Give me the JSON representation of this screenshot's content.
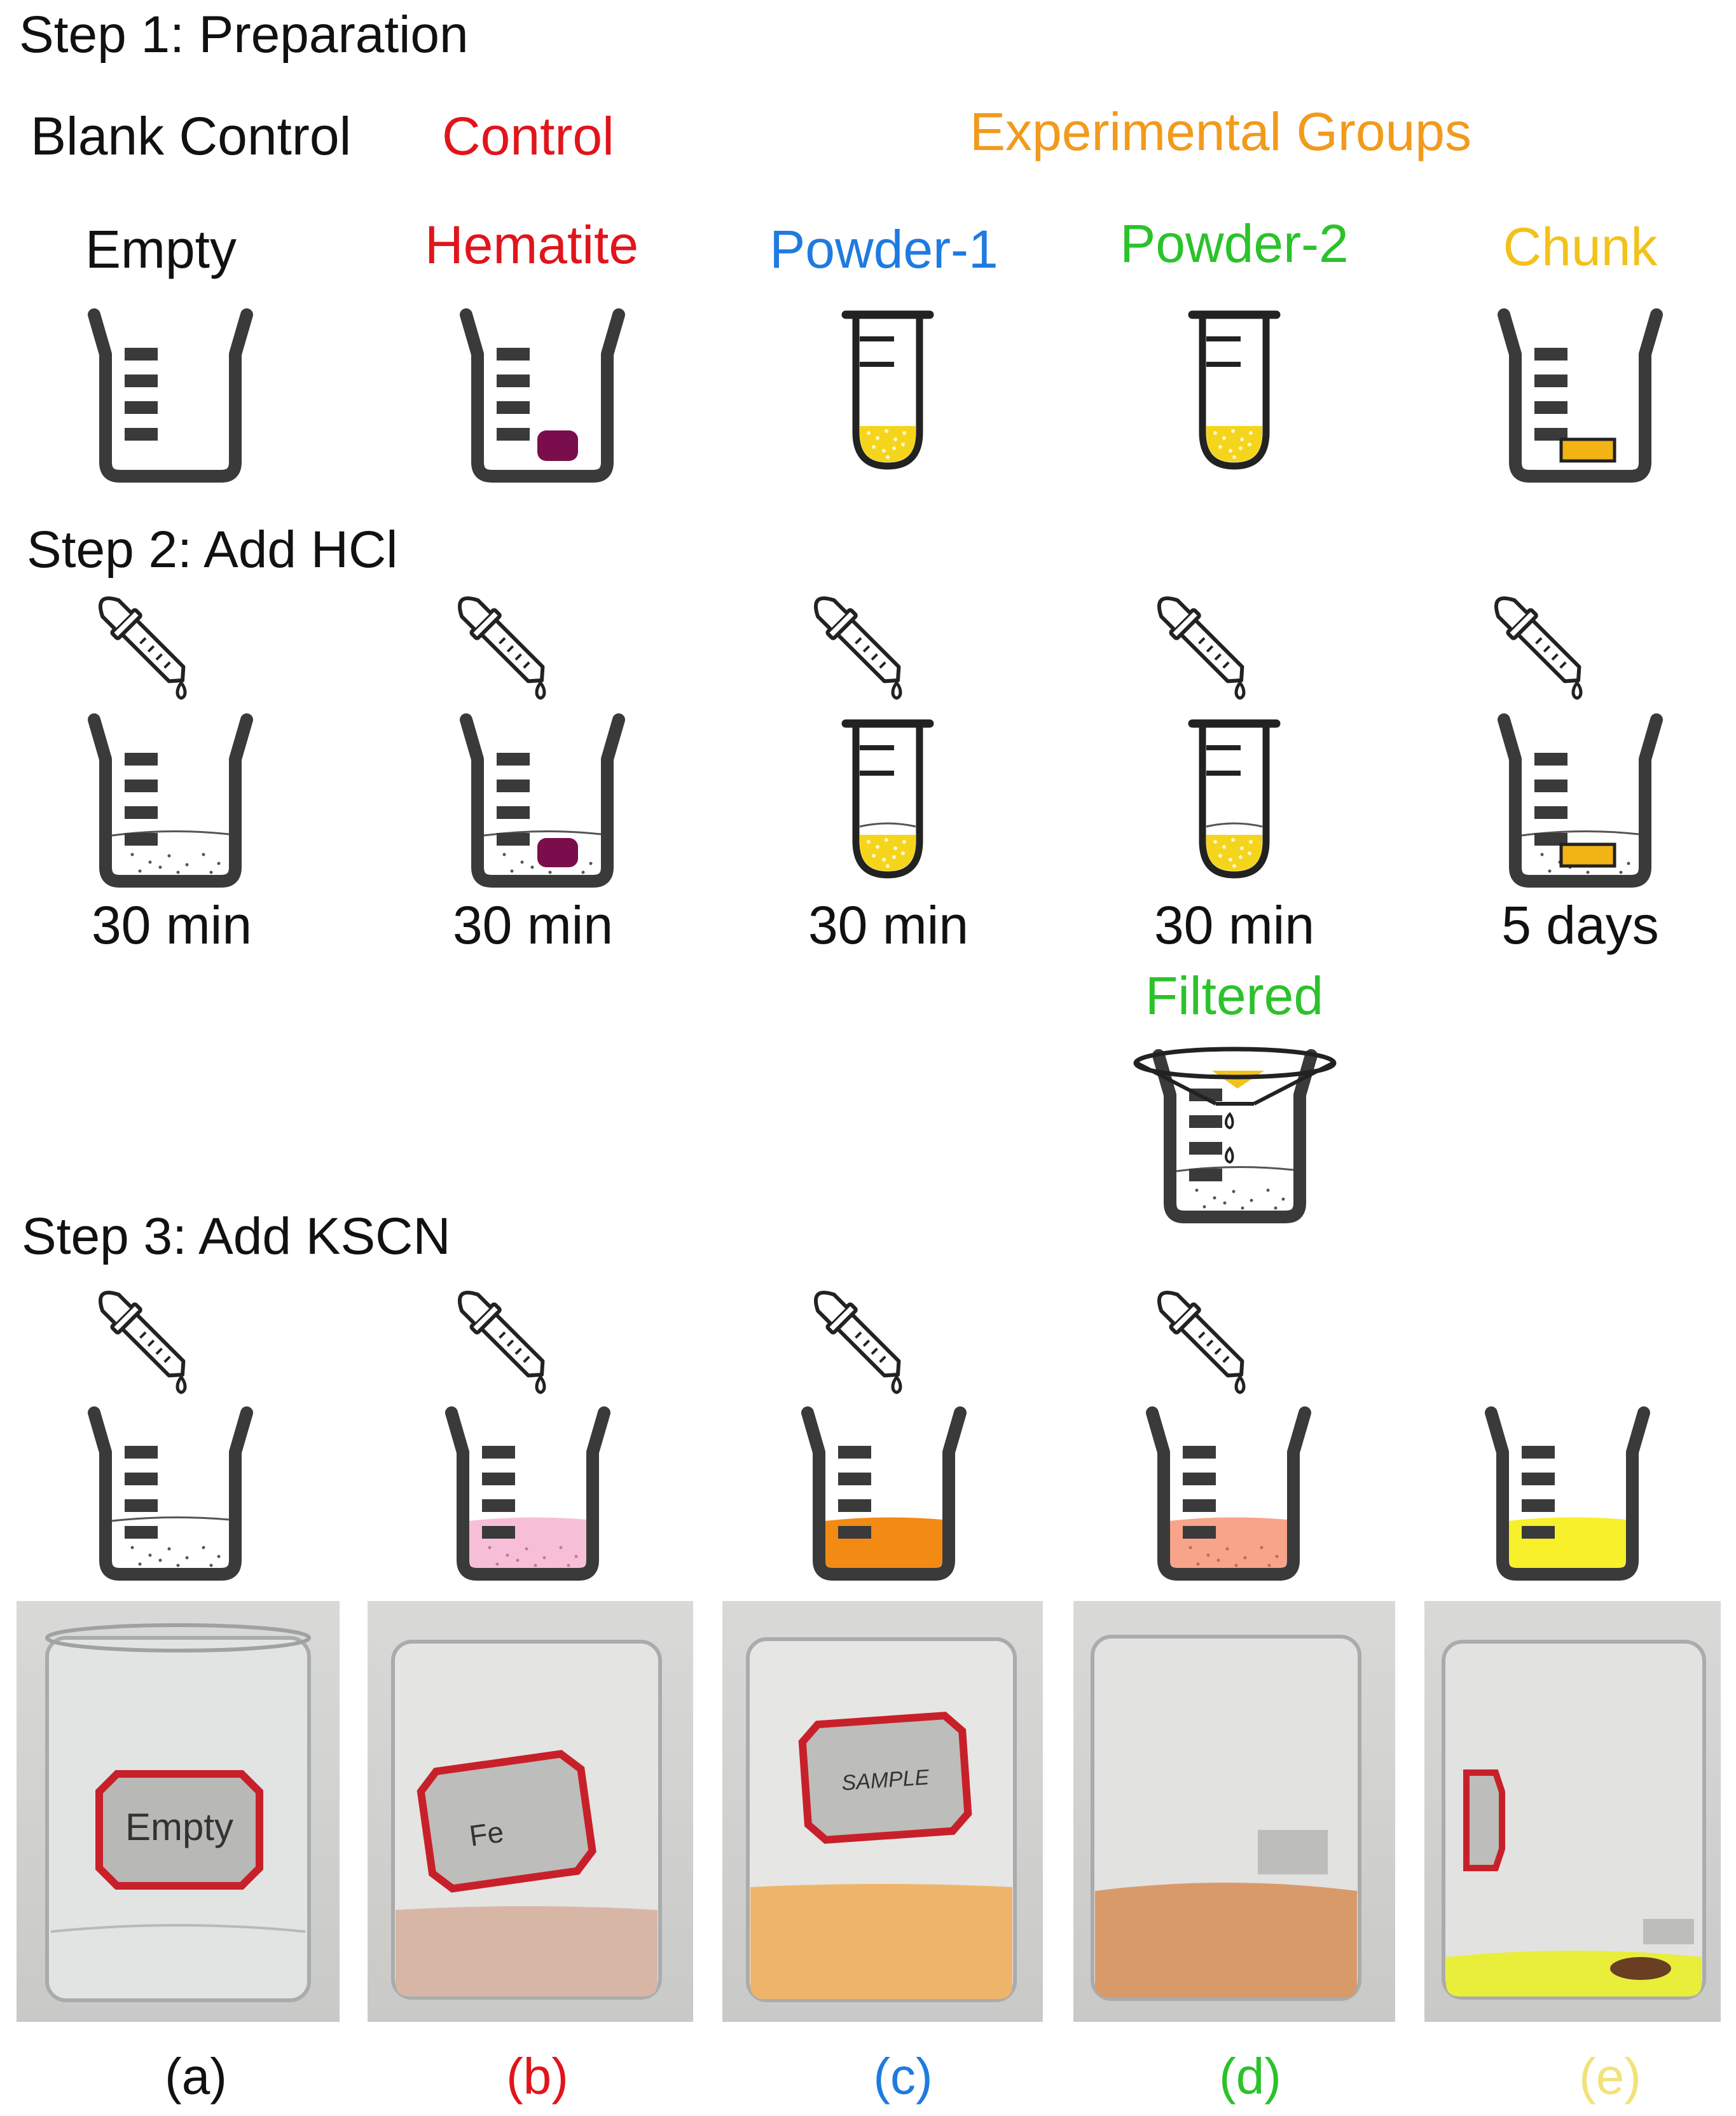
{
  "steps": {
    "step1": "Step 1: Preparation",
    "step2": "Step 2: Add HCl",
    "step3": "Step 3: Add KSCN"
  },
  "groups": {
    "blank": "Blank Control",
    "control": "Control",
    "experimental": "Experimental Groups"
  },
  "items": [
    {
      "label": "Empty",
      "color": "#111111",
      "time": "30 min",
      "panel": "(a)",
      "solution_color": "#ffffff",
      "photo_label": "Empty"
    },
    {
      "label": "Hematite",
      "color": "#e0151b",
      "time": "30 min",
      "panel": "(b)",
      "solution_color": "#f7bfd7",
      "photo_label": "Fe"
    },
    {
      "label": "Powder-1",
      "color": "#1e7be0",
      "time": "30 min",
      "panel": "(c)",
      "solution_color": "#f28a14",
      "photo_label": "SAMPLE"
    },
    {
      "label": "Powder-2",
      "color": "#2bc22b",
      "time": "30 min",
      "panel": "(d)",
      "solution_color": "#f7a48a",
      "photo_label": ""
    },
    {
      "label": "Chunk",
      "color": "#f2c21a",
      "time": "5 days",
      "panel": "(e)",
      "solution_color": "#f7f02a",
      "photo_label": ""
    }
  ],
  "filtered": {
    "label": "Filtered",
    "color": "#2bc22b"
  },
  "colors": {
    "hematite_chunk": "#7a0e4d",
    "powder": "#f5d51c",
    "chunk": "#f2b415",
    "vessel": "#3a3a3a"
  }
}
